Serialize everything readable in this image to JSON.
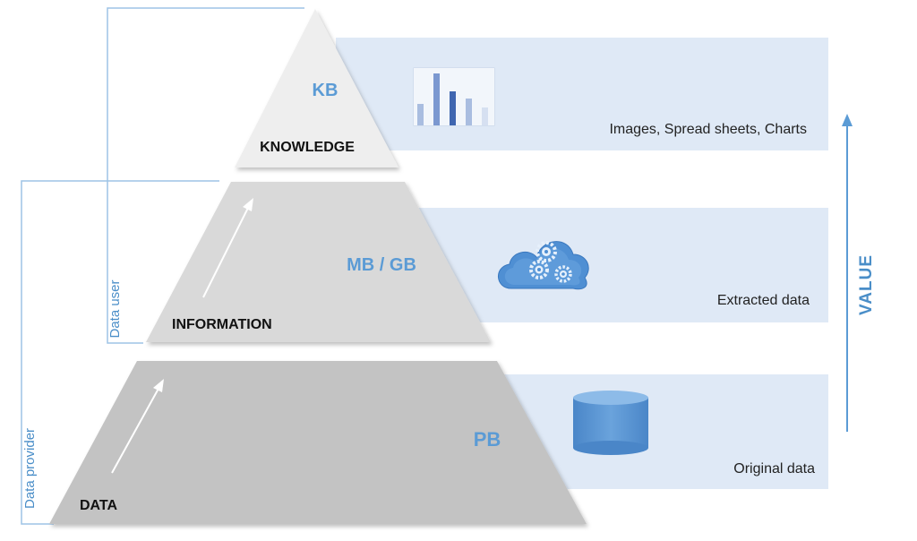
{
  "tiers": [
    {
      "name": "KNOWLEDGE",
      "size": "KB",
      "description": "Images, Spread sheets, Charts",
      "icon": "bar-chart-icon"
    },
    {
      "name": "INFORMATION",
      "size": "MB / GB",
      "description": "Extracted data",
      "icon": "cloud-gears-icon"
    },
    {
      "name": "DATA",
      "size": "PB",
      "description": "Original data",
      "icon": "database-cylinder-icon"
    }
  ],
  "roles": {
    "data_user": "Data user",
    "data_provider": "Data provider"
  },
  "value_axis": {
    "label": "VALUE"
  },
  "colors": {
    "band": "#dfe9f6",
    "tier_top": "#eeeeee",
    "tier_middle": "#d9d9d9",
    "tier_bottom": "#c3c3c3",
    "accent": "#5b9bd5",
    "bracket": "#9ec4e6"
  }
}
